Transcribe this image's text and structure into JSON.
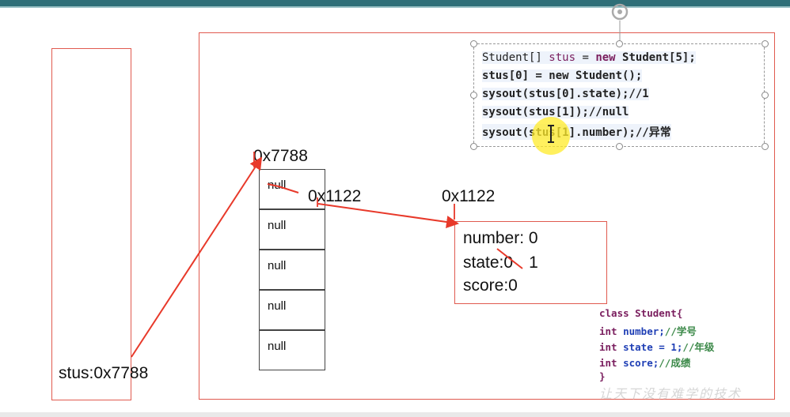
{
  "stack": {
    "variable_label": "stus:0x7788"
  },
  "array": {
    "address_label": "0x7788",
    "cells": [
      "null",
      "null",
      "null",
      "null",
      "null"
    ]
  },
  "element_ref_label": "0x1122",
  "object": {
    "address_label": "0x1122",
    "number_field": "number: 0",
    "state_field": "state:",
    "state_old_value": "0",
    "state_new_value": "1",
    "score_field": "score:0"
  },
  "code": {
    "line1_pre": "Student[] ",
    "line1_var": "stus",
    "line1_mid": " = ",
    "line1_kw": "new",
    "line1_post": " Student[5];",
    "line2": "stus[0] = new Student();",
    "line3": "sysout(stus[0].state);//1",
    "line4": "sysout(stus[1]);//null",
    "line5": "sysout(stus[1].number);//异常"
  },
  "class_def": {
    "header": "class Student{",
    "f1_type": "int ",
    "f1_name": "number;",
    "f1_comment": "//学号",
    "f2_type": "int ",
    "f2_name": "state = 1;",
    "f2_comment": "//年级",
    "f3_type": "int ",
    "f3_name": "score;",
    "f3_comment": "//成绩",
    "close": "}"
  },
  "watermark": "让天下没有难学的技术",
  "colors": {
    "frame": "#e05a4f",
    "arrow": "#e8392a",
    "keyword": "#7a1e5e",
    "field": "#1f3fb5",
    "comment": "#3d8a4a"
  },
  "icons": {
    "rotate_handle": "rotate-icon"
  }
}
